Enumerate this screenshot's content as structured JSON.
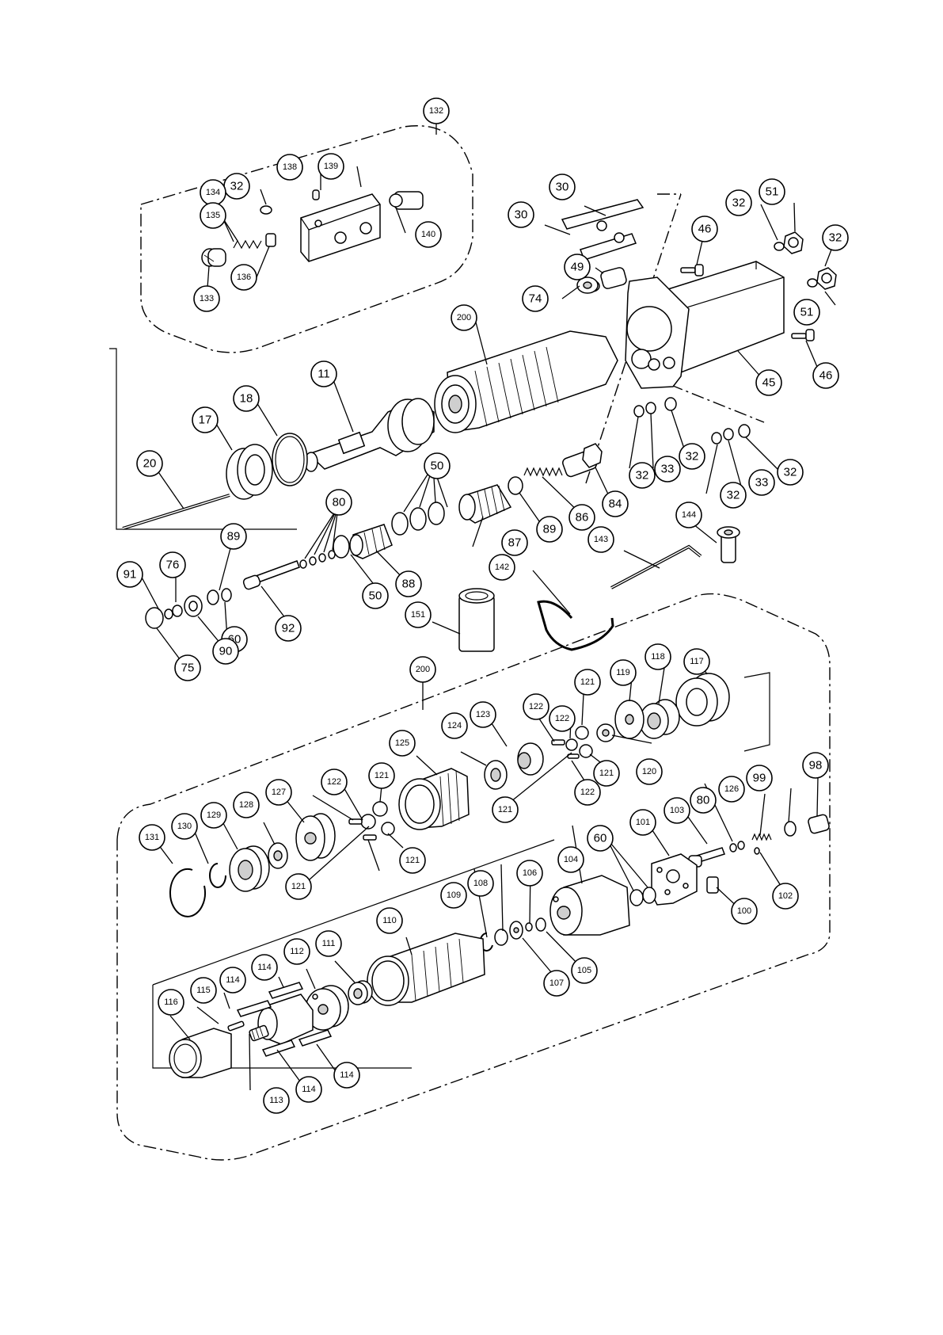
{
  "diagram": {
    "callouts": [
      "11",
      "17",
      "18",
      "20",
      "30",
      "30",
      "32",
      "32",
      "32",
      "32",
      "32",
      "32",
      "32",
      "33",
      "33",
      "45",
      "46",
      "46",
      "49",
      "50",
      "50",
      "51",
      "51",
      "60",
      "74",
      "75",
      "76",
      "80",
      "84",
      "86",
      "87",
      "88",
      "89",
      "89",
      "90",
      "91",
      "92",
      "132",
      "133",
      "134",
      "135",
      "136",
      "138",
      "139",
      "140",
      "142",
      "143",
      "144",
      "151",
      "200",
      "200",
      "98",
      "99",
      "100",
      "101",
      "102",
      "103",
      "80",
      "126",
      "60",
      "104",
      "105",
      "106",
      "107",
      "108",
      "109",
      "110",
      "111",
      "112",
      "113",
      "114",
      "114",
      "114",
      "114",
      "115",
      "116",
      "117",
      "118",
      "119",
      "120",
      "121",
      "121",
      "121",
      "121",
      "121",
      "121",
      "122",
      "122",
      "122",
      "122",
      "123",
      "124",
      "125",
      "127",
      "128",
      "129",
      "130",
      "131"
    ]
  }
}
